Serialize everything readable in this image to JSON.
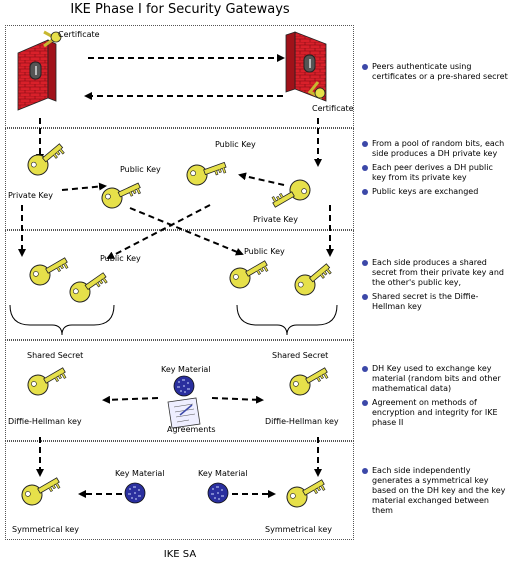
{
  "title": "IKE Phase I for Security  Gateways",
  "footer": "IKE SA",
  "labels": {
    "certificate": "Certificate",
    "private_key": "Private Key",
    "public_key": "Public Key",
    "shared_secret": "Shared Secret",
    "dh_key": "Diffie-Hellman key",
    "key_material": "Key Material",
    "agreements": "Agreements",
    "symmetrical_key": "Symmetrical key"
  },
  "bullets": [
    [
      "Peers authenticate using certificates or a pre-shared secret"
    ],
    [
      "From a pool of random bits, each side produces a DH private key",
      "Each peer derives a DH public key from its private key",
      "Public keys are exchanged"
    ],
    [
      "Each side produces a shared secret from their private key and the other's public key,",
      "Shared secret is the Diffie-Hellman key"
    ],
    [
      "DH Key used to exchange key material (random bits and other mathematical data)",
      "Agreement on methods of encryption and integrity for IKE phase II"
    ],
    [
      "Each side independently generates a symmetrical key based on the DH key and the key material exchanged between them"
    ]
  ],
  "colors": {
    "key_fill": "#e6e04a",
    "wall": "#d8202a",
    "bullet": "#3c48a8",
    "sphere": "#2a2f9e"
  }
}
